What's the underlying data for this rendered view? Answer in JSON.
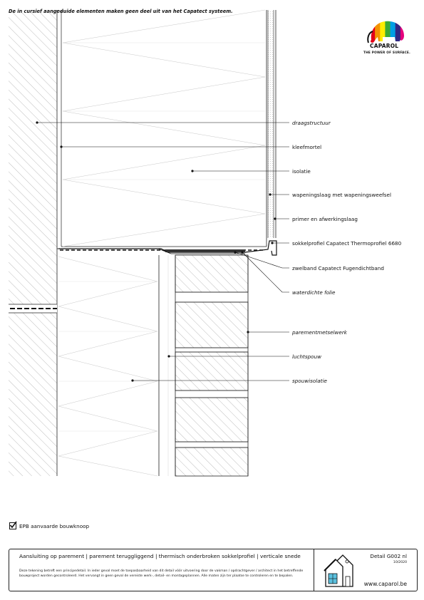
{
  "notice": "De in cursief aangeduide elementen maken geen deel uit van het Capatect systeem.",
  "brand": {
    "name": "CAPAROL",
    "tagline": "THE POWER OF SURFACE.",
    "colors": [
      "#e2001a",
      "#f39200",
      "#ffed00",
      "#3aaa35",
      "#009fe3",
      "#312783",
      "#e5007d"
    ]
  },
  "labels": [
    {
      "text": "draagstructuur",
      "italic": true
    },
    {
      "text": "kleefmortel",
      "italic": false
    },
    {
      "text": "isolatie",
      "italic": false
    },
    {
      "text": "wapeningslaag met wapeningsweefsel",
      "italic": false
    },
    {
      "text": "primer en afwerkingslaag",
      "italic": false
    },
    {
      "text": "sokkelprofiel Capatect Thermoprofiel 6680",
      "italic": false
    },
    {
      "text": "zwelband Capatect Fugendichtband",
      "italic": false
    },
    {
      "text": "waterdichte folie",
      "italic": true
    },
    {
      "text": "parementmetselwerk",
      "italic": true
    },
    {
      "text": "luchtspouw",
      "italic": true
    },
    {
      "text": "spouwisolatie",
      "italic": true
    }
  ],
  "epb": {
    "text": "EPB aanvaarde bouwknoop"
  },
  "footer": {
    "title": "Aansluiting op parement | parement teruggliggend | thermisch onderbroken sokkelprofiel | verticale snede",
    "disclaimer": "Deze tekening betreft een principedetail. In ieder geval moet de toepasbaarheid van dit detail vóór uitvoering door de vakman / opdrachtgever / architect in het betreffende bouwproject worden gecontroleerd. Het vervangt in geen geval de vereiste werk-, detail- en montageplannen. Alle maten zijn ter plaatse te controleren en te bepalen.",
    "detail_code": "Detail G002 nl",
    "date": "10/2020",
    "website": "www.caparol.be"
  }
}
